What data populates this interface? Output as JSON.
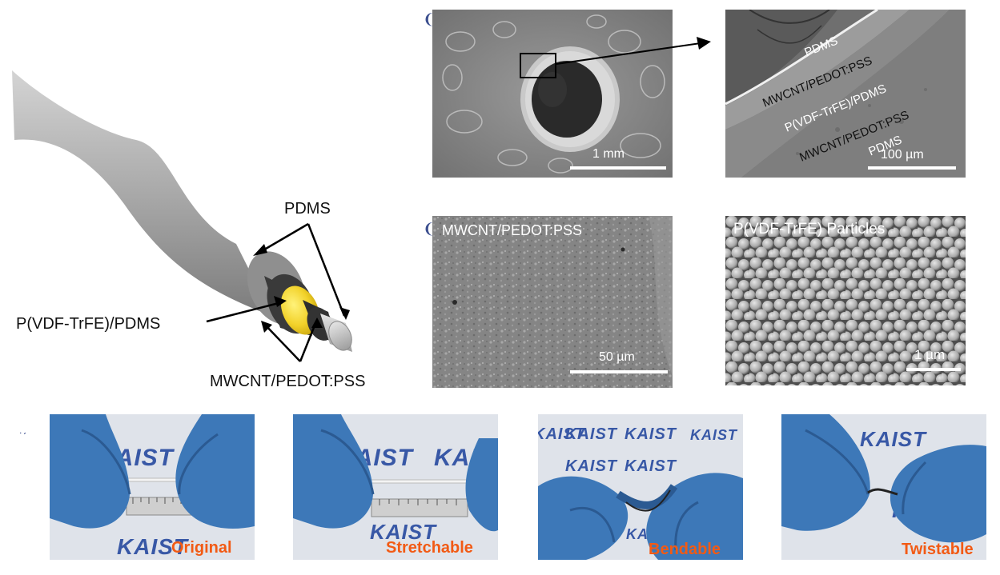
{
  "fiber_schematic": {
    "labels": {
      "outer": "PDMS",
      "piezo": "P(VDF-TrFE)/PDMS",
      "electrode": "MWCNT/PEDOT:PSS"
    },
    "colors": {
      "pdms": "#a9a9a9",
      "electrode": "#3a3a3a",
      "piezo": "#f2d22a"
    }
  },
  "sem_cross_section": {
    "scale": "1 mm"
  },
  "sem_layers": {
    "layers": [
      "PDMS",
      "MWCNT/PEDOT:PSS",
      "P(VDF-TrFE)/PDMS",
      "MWCNT/PEDOT:PSS",
      "PDMS"
    ],
    "scale": "100 µm"
  },
  "sem_electrode": {
    "title": "MWCNT/PEDOT:PSS",
    "scale": "50 µm"
  },
  "sem_particles": {
    "title": "P(VDF-TrFE)  Particles",
    "scale": "1 µm"
  },
  "photos": [
    {
      "label": "Original"
    },
    {
      "label": "Stretchable"
    },
    {
      "label": "Bendable"
    },
    {
      "label": "Twistable"
    }
  ],
  "logo_text": "KAIST",
  "accent_color": "#f25a14",
  "glove_color": "#3d78b8"
}
